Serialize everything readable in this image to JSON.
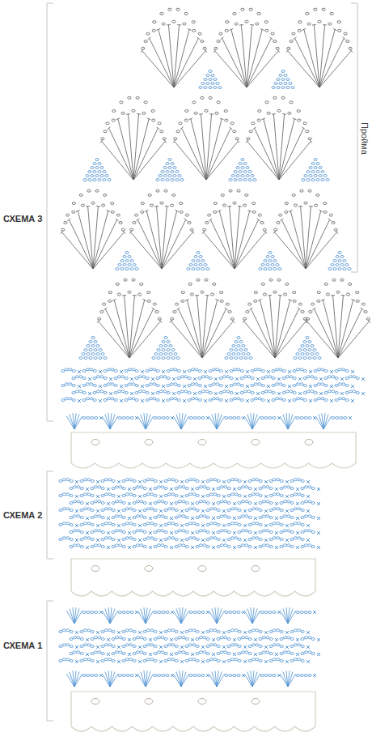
{
  "diagram": {
    "labels": [
      "СХЕМА 3",
      "Пройма",
      "СХЕМА 2",
      "СХЕМА 1"
    ]
  }
}
